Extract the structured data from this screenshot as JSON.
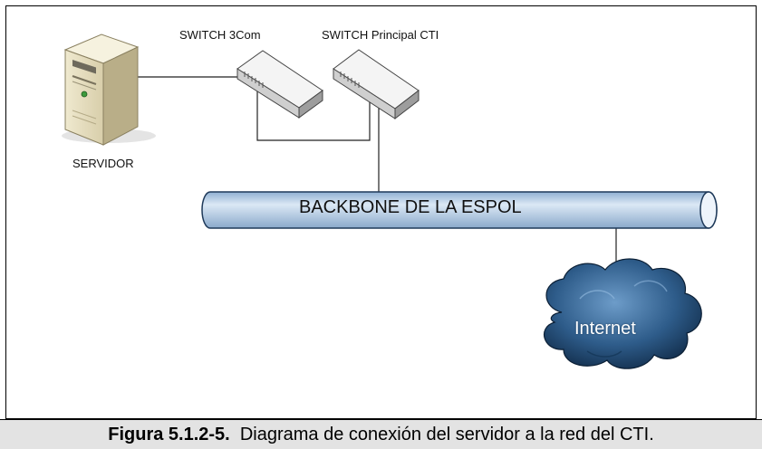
{
  "labels": {
    "switch_3com": "SWITCH 3Com",
    "switch_principal": "SWITCH Principal CTI",
    "server": "SERVIDOR",
    "backbone": "BACKBONE DE LA ESPOL",
    "cloud": "Internet"
  },
  "caption": {
    "number": "Figura 5.1.2-5.",
    "text": "Diagrama de conexión del servidor a la red del CTI."
  },
  "colors": {
    "backbone_fill": "#b8cfe6",
    "cloud_dark": "#0f2a46",
    "cloud_light": "#4f7fb0",
    "caption_bg": "#e3e3e3"
  },
  "icons": [
    "server-icon",
    "switch-icon",
    "cloud-icon"
  ]
}
